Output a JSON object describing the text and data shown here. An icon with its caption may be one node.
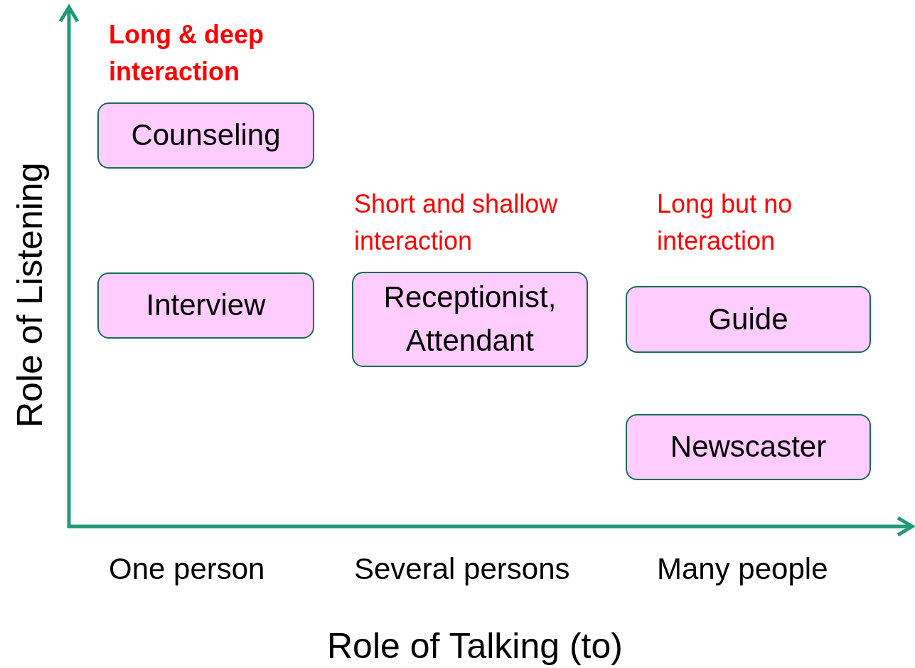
{
  "diagram": {
    "nodes": [
      {
        "text": [
          "Counseling"
        ]
      },
      {
        "text": [
          "Interview"
        ]
      },
      {
        "text": [
          "Receptionist, Attendant"
        ]
      },
      {
        "text": [
          "Guide"
        ]
      },
      {
        "text": [
          "Newscaster"
        ]
      }
    ],
    "labels": [
      "Long & deep interaction",
      "Short and shallow interaction",
      "Long but no interaction",
      "Role of Listening",
      "One person",
      "Several persons",
      "Many people",
      "Role of Talking (to)"
    ]
  }
}
